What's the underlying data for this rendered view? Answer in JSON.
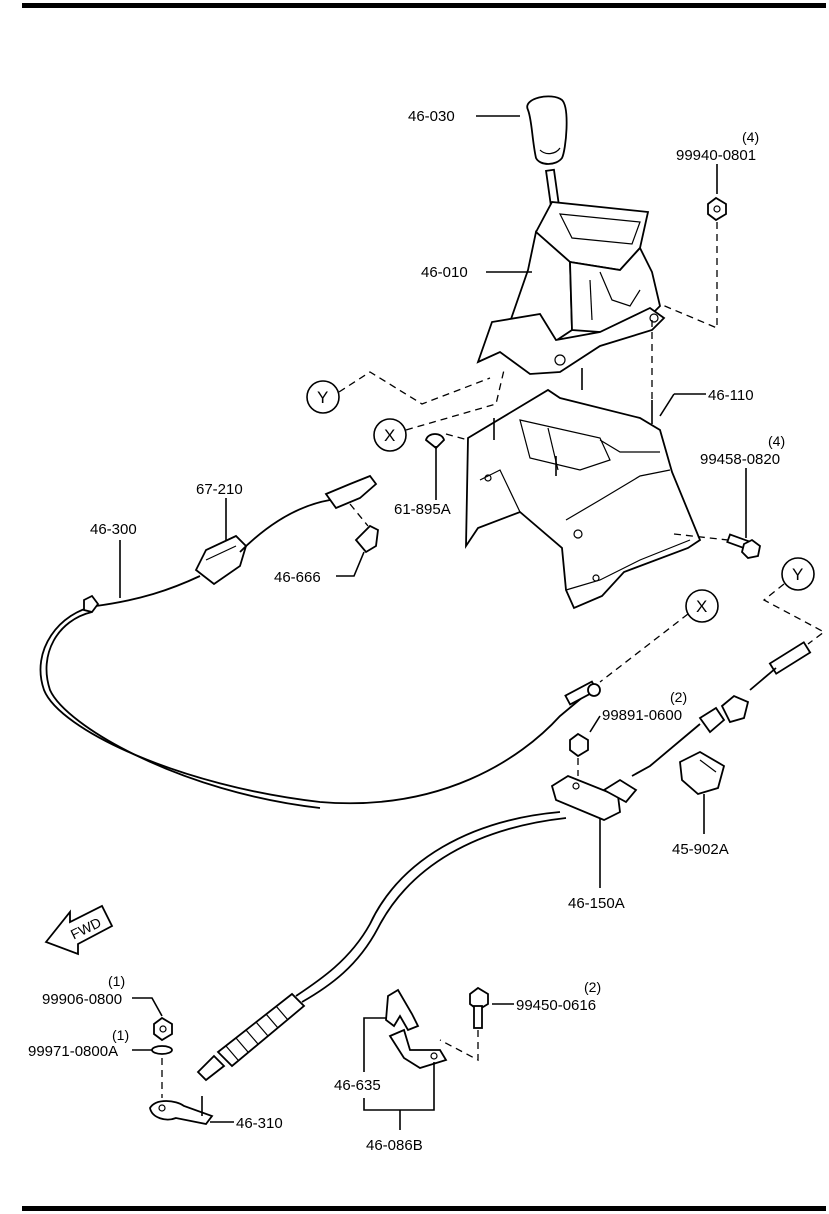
{
  "labels": {
    "knob": "46-030",
    "shifter": "46-010",
    "nut_top": "99940-0801",
    "nut_top_qty": "(4)",
    "bracket": "46-110",
    "bolt_right": "99458-0820",
    "bolt_right_qty": "(4)",
    "clip_screw": "61-895A",
    "switch": "67-210",
    "cable_upper": "46-300",
    "clip": "46-666",
    "nut_mid": "99891-0600",
    "nut_mid_qty": "(2)",
    "connector": "45-902A",
    "cable_bracket": "46-150A",
    "nut_low": "99906-0800",
    "nut_low_qty": "(1)",
    "washer": "99971-0800A",
    "washer_qty": "(1)",
    "bolt_low": "99450-0616",
    "bolt_low_qty": "(2)",
    "clip_low": "46-635",
    "bracket_low": "46-086B",
    "lever_low": "46-310"
  },
  "refs": {
    "x_top": "X",
    "x_right": "X",
    "y_top": "Y",
    "y_right": "Y"
  },
  "fwd": "FWD",
  "icons": [
    "fwd-arrow-icon"
  ]
}
